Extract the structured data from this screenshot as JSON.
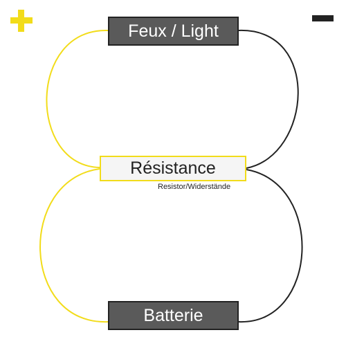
{
  "lights": {
    "label": "Feux / Light"
  },
  "resistor": {
    "label": "Résistance",
    "sublabel": "Resistor/Widerstände"
  },
  "battery": {
    "label": "Batterie"
  },
  "terminals": {
    "positive_icon": "plus-icon",
    "negative_icon": "minus-icon"
  },
  "colors": {
    "positive_wire": "#f2dc1a",
    "negative_wire": "#222222",
    "dark_box": "#5a5a5a",
    "light_box": "#f5f5f5"
  }
}
